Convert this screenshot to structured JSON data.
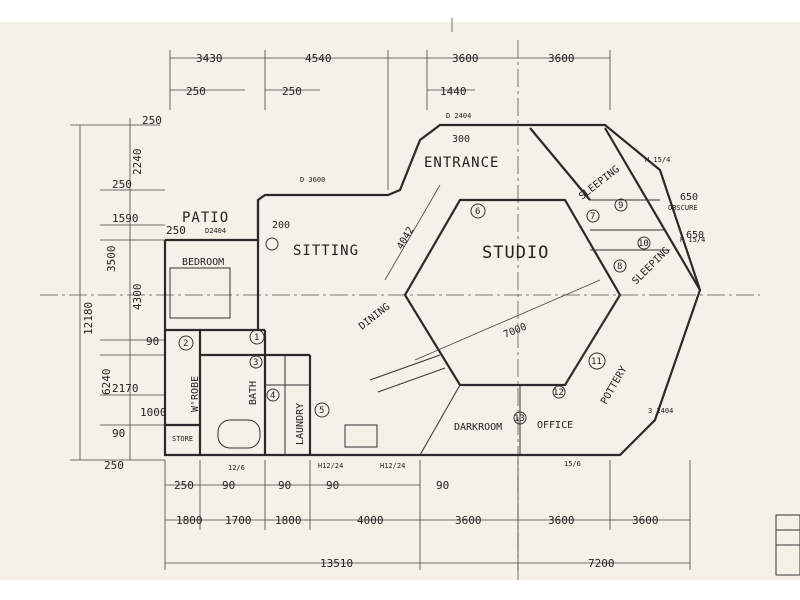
{
  "top_dims": {
    "a": "3430",
    "b": "4540",
    "c": "3600",
    "d": "3600",
    "e": "250",
    "f": "250",
    "g": "1440"
  },
  "left_dims": {
    "a": "250",
    "b": "2240",
    "c": "250",
    "d": "1590",
    "e": "250",
    "f": "3500",
    "g": "4300",
    "h": "90",
    "i": "6240",
    "j": "2170",
    "k": "1000",
    "l": "90",
    "m": "250",
    "total": "12180"
  },
  "bottom_dims": {
    "r1": [
      "250",
      "90",
      "90",
      "90",
      "90"
    ],
    "r2": [
      "1800",
      "1700",
      "1800",
      "4000",
      "3600",
      "3600",
      "3600"
    ],
    "r3": [
      "13510",
      "7200"
    ]
  },
  "right_dims": {
    "a": "650",
    "b": "650"
  },
  "rooms": {
    "entrance": "ENTRANCE",
    "studio": "STUDIO",
    "sitting": "SITTING",
    "patio": "PATIO",
    "bedroom": "BEDROOM",
    "dining": "DINING",
    "sleeping_1": "SLEEPING",
    "sleeping_2": "SLEEPING",
    "pottery": "POTTERY",
    "darkroom": "DARKROOM",
    "office": "OFFICE",
    "wrobe": "W'ROBE",
    "bath": "BATH",
    "laundry": "LAUNDRY",
    "store": "STORE",
    "obscure": "OBSCURE"
  },
  "room_numbers": [
    "1",
    "2",
    "3",
    "4",
    "5",
    "6",
    "7",
    "8",
    "9",
    "10",
    "11",
    "12",
    "13"
  ],
  "diagonal_dims": {
    "studio_diag": "7000",
    "dining_diag": "4042"
  },
  "openings": {
    "d2404_top": "D 2404",
    "w300": "300",
    "d3600": "D 3600",
    "d2404_patio": "D2404",
    "w200": "200",
    "h154_a": "H 15/4",
    "h154_b": "H 15/4",
    "d2404_right": "3 2404",
    "w126": "12/6",
    "h1224_a": "H12/24",
    "h1224_b": "H12/24",
    "w156": "15/6"
  }
}
